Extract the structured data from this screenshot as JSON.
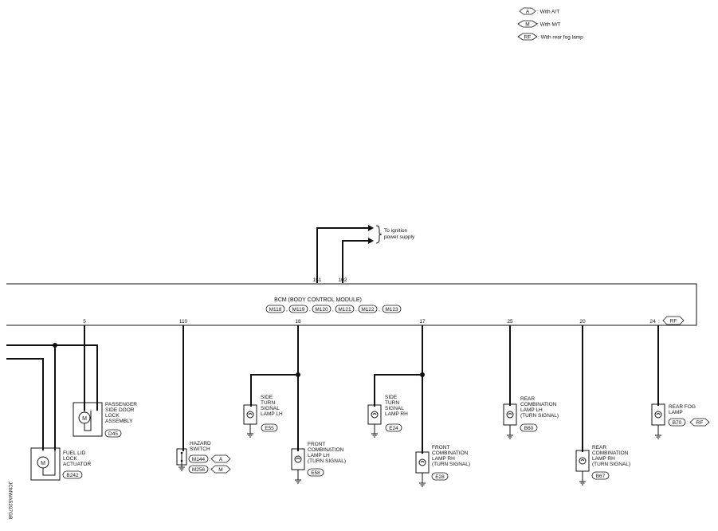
{
  "legend": [
    {
      "code": "A",
      "text": ": With A/T"
    },
    {
      "code": "M",
      "text": ": With M/T"
    },
    {
      "code": "RF",
      "text": ": With rear fog lamp"
    }
  ],
  "ignition": {
    "line1": "To ignition",
    "line2": "power supply"
  },
  "bcm": {
    "title": "BCM (BODY CONTROL MODULE)",
    "connectors": [
      "M118",
      "M119",
      "M120",
      "M121",
      "M122",
      "M123"
    ],
    "top_pins": [
      "151",
      "102"
    ],
    "bottom_pins": [
      "5",
      "110",
      "18",
      "17",
      "25",
      "20",
      "24"
    ],
    "rf_pin_sep": ":",
    "rf_pin_code": "RF"
  },
  "components": {
    "door_lock": {
      "lines": [
        "PASSENGER",
        "SIDE DOOR",
        "LOCK",
        "ASSEMBLY"
      ],
      "connector": "D45",
      "symbol": "M"
    },
    "fuel_lid": {
      "lines": [
        "FUEL LID",
        "LOCK",
        "ACTUATOR"
      ],
      "connector": "B242",
      "symbol": "M"
    },
    "hazard": {
      "lines": [
        "HAZARD",
        "SWITCH"
      ],
      "connectors": [
        "M144",
        "M256"
      ],
      "codes": [
        "A",
        "M"
      ]
    },
    "side_lh": {
      "lines": [
        "SIDE",
        "TURN",
        "SIGNAL",
        "LAMP LH"
      ],
      "connector": "E55"
    },
    "front_lh": {
      "lines": [
        "FRONT",
        "COMBINATION",
        "LAMP LH",
        "(TURN SIGNAL)"
      ],
      "connector": "E58"
    },
    "side_rh": {
      "lines": [
        "SIDE",
        "TURN",
        "SIGNAL",
        "LAMP RH"
      ],
      "connector": "E24"
    },
    "front_rh": {
      "lines": [
        "FRONT",
        "COMBINATION",
        "LAMP RH",
        "(TURN SIGNAL)"
      ],
      "connector": "E28"
    },
    "rear_lh": {
      "lines": [
        "REAR",
        "COMBINATION",
        "LAMP LH",
        "(TURN SIGNAL)"
      ],
      "connector": "B60"
    },
    "rear_rh": {
      "lines": [
        "REAR",
        "COMBINATION",
        "LAMP RH",
        "(TURN SIGNAL)"
      ],
      "connector": "B67"
    },
    "rear_fog": {
      "lines": [
        "REAR FOG",
        "LAMP"
      ],
      "connector": "B70",
      "code": "RF"
    }
  },
  "diagram_id": "JCMWA5297GB"
}
